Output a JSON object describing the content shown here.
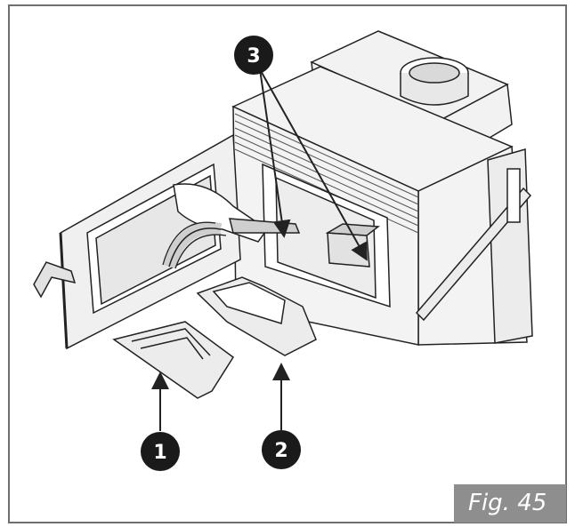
{
  "figure": {
    "label": "Fig. 45"
  },
  "callouts": [
    {
      "id": "1",
      "text": "1"
    },
    {
      "id": "2",
      "text": "2"
    },
    {
      "id": "3",
      "text": "3"
    }
  ],
  "colors": {
    "frame": "#6f6f6f",
    "label_bg": "#8e8e8e",
    "callout_fill": "#1a1a1a",
    "line": "#222222",
    "fill": "#e9e9e9"
  },
  "icons": [
    "stove-insert",
    "open-door",
    "glove-hand",
    "vacuum-hose",
    "baffle-plate",
    "deflector-bracket",
    "callout-marker",
    "pointer-arrow"
  ]
}
